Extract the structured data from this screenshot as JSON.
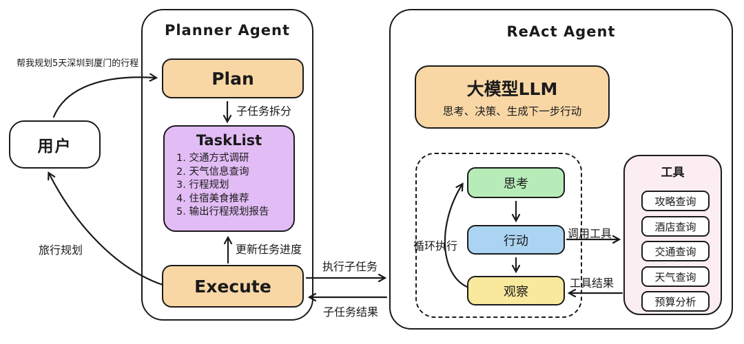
{
  "user_node": {
    "label": "用户"
  },
  "planner": {
    "title": "Planner Agent",
    "plan_label": "Plan",
    "execute_label": "Execute",
    "tasklist": {
      "title": "TaskList",
      "items": [
        "1. 交通方式调研",
        "2. 天气信息查询",
        "3. 行程规划",
        "4. 住宿美食推荐",
        "5. 输出行程规划报告"
      ]
    }
  },
  "react": {
    "title": "ReAct Agent",
    "llm": {
      "title": "大模型LLM",
      "subtitle": "思考、决策、生成下一步行动"
    },
    "loop": {
      "think": "思考",
      "act": "行动",
      "observe": "观察"
    },
    "tools": {
      "title": "工具",
      "items": [
        "攻略查询",
        "酒店查询",
        "交通查询",
        "天气查询",
        "预算分析"
      ]
    }
  },
  "edges": {
    "user_request": "帮我规划5天深圳到厦门的行程",
    "subtask_split": "子任务拆分",
    "update_progress": "更新任务进度",
    "travel_plan": "旅行规划",
    "execute_subtask": "执行子任务",
    "subtask_result": "子任务结果",
    "loop_execute": "循环执行",
    "call_tool": "调用工具",
    "tool_result": "工具结果"
  },
  "colors": {
    "stroke": "#1a1a1a",
    "orange": "#f8d7a5",
    "purple": "#e2bcf5",
    "green": "#b7ecb9",
    "blue": "#abd4f2",
    "yellow": "#f9e99c",
    "pink": "#fcedf3"
  }
}
